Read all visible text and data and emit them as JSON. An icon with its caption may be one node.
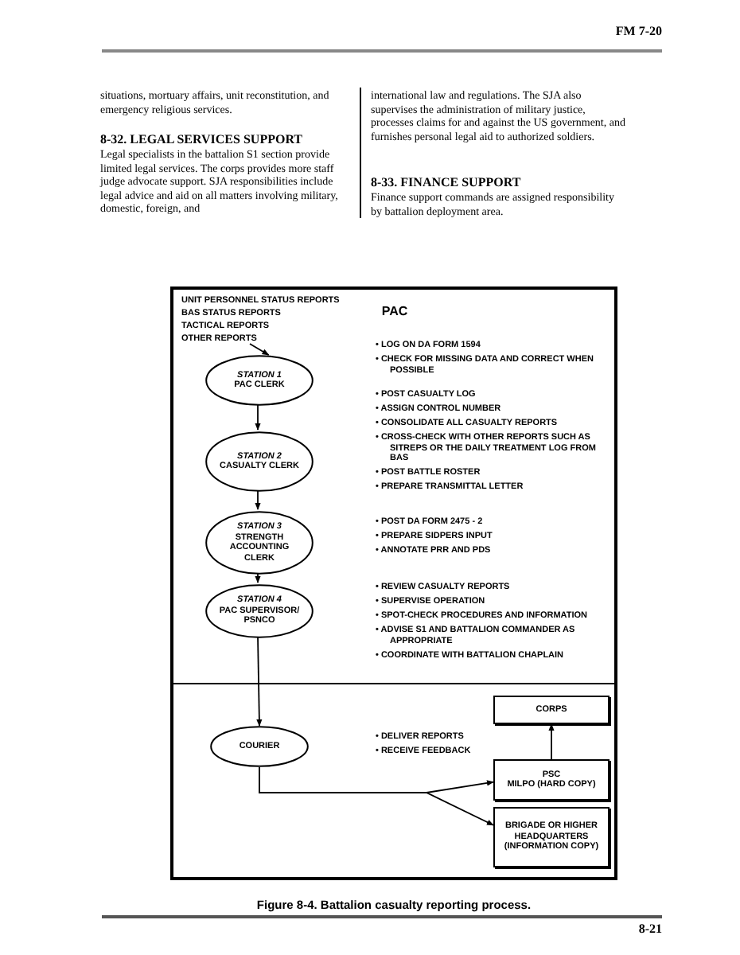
{
  "diagram": {
    "caption": "Figure 8-4. Battalion casualty reporting process.",
    "nodes": [
      {
        "text": [
          "PAC"
        ]
      },
      {
        "text": [
          "UNIT PERSONNEL STATUS REPORTS",
          "BAS STATUS REPORTS",
          "TACTICAL REPORTS",
          "OTHER REPORTS"
        ],
        "in": 0
      },
      {
        "text": [
          "STATION 1",
          "PAC CLERK"
        ],
        "in": 0,
        "beside": [
          "• LOG ON DA FORM 1594",
          "• CHECK FOR MISSING DATA AND CORRECT WHEN POSSIBLE"
        ]
      },
      {
        "text": [
          "STATION 2",
          "CASUALTY CLERK"
        ],
        "in": 0,
        "beside": [
          "• POST CASUALTY LOG",
          "• ASSIGN CONTROL NUMBER",
          "• CONSOLIDATE ALL CASUALTY REPORTS",
          "• CROSS-CHECK WITH OTHER REPORTS SUCH AS SITREPS OR THE DAILY TREATMENT LOG FROM BAS",
          "• POST BATTLE ROSTER",
          "• PREPARE TRANSMITTAL LETTER"
        ]
      },
      {
        "text": [
          "STATION 3",
          "STRENGTH ACCOUNTING CLERK"
        ],
        "in": 0,
        "beside": [
          "• POST DA FORM 2475 - 2",
          "• PREPARE SIDPERS INPUT",
          "• ANNOTATE PRR AND PDS"
        ]
      },
      {
        "text": [
          "STATION 4",
          "PAC SUPERVISOR/ PSNCO"
        ],
        "in": 0,
        "beside": [
          "• REVIEW CASUALTY REPORTS",
          "• SUPERVISE OPERATION",
          "• SPOT-CHECK PROCEDURES AND INFORMATION",
          "• ADVISE S1 AND BATTALION COMMANDER AS APPROPRIATE",
          "• COORDINATE WITH BATTALION CHAPLAIN"
        ]
      },
      {
        "text": [
          "COURIER"
        ],
        "beside": [
          "• DELIVER REPORTS",
          "• RECEIVE FEEDBACK"
        ]
      },
      {
        "text": [
          "CORPS"
        ]
      },
      {
        "text": [
          "PSC",
          "MILPO (HARD COPY)"
        ]
      },
      {
        "text": [
          "BRIGADE OR HIGHER HEADQUARTERS (INFORMATION COPY)"
        ]
      }
    ],
    "edges": [
      {
        "from": 1,
        "to": 2,
        "arrow": "to"
      },
      {
        "from": 2,
        "to": 3,
        "arrow": "to"
      },
      {
        "from": 3,
        "to": 4,
        "arrow": "to"
      },
      {
        "from": 4,
        "to": 5,
        "arrow": "to"
      },
      {
        "from": 5,
        "to": 6,
        "arrow": "to"
      },
      {
        "from": 6,
        "to": 8,
        "arrow": "to"
      },
      {
        "from": 6,
        "to": 9,
        "arrow": "to"
      },
      {
        "from": 8,
        "to": 7,
        "arrow": "to"
      }
    ],
    "labels": [
      "FM 7-20",
      "situations, mortuary affairs, unit reconstitution, and emergency religious services.",
      "8-32. LEGAL SERVICES SUPPORT",
      "Legal specialists in the battalion S1 section provide limited legal services. The corps provides more staff judge advocate support. SJA responsibilities include legal advice and aid on all matters involving military, domestic, foreign, and",
      "international law and regulations. The SJA also supervises the administration of military justice, processes claims for and against the US government, and furnishes personal legal aid to authorized soldiers.",
      "8-33. FINANCE SUPPORT",
      "Finance support commands are assigned responsibility by battalion deployment area.",
      "8-21"
    ]
  }
}
